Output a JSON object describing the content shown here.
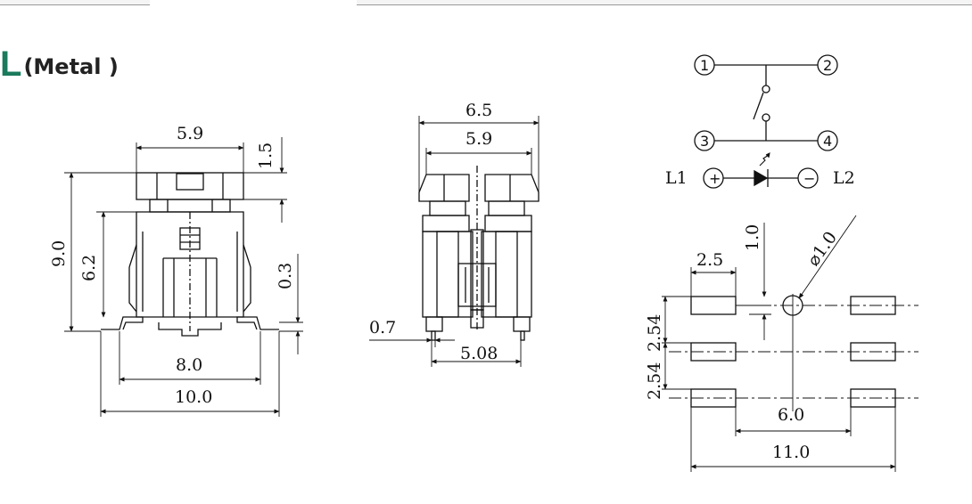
{
  "header": {
    "badge": "L",
    "title": "(Metal )"
  },
  "colors": {
    "accent": "#1a7a5c",
    "line": "#111111"
  },
  "front_view": {
    "dims": {
      "top_width": "5.9",
      "cap_height": "1.5",
      "total_height": "9.0",
      "body_height": "6.2",
      "lead_height": "0.3",
      "lead_span": "8.0",
      "total_width": "10.0"
    }
  },
  "side_view": {
    "dims": {
      "outer_width": "6.5",
      "inner_width": "5.9",
      "lead_thickness": "0.7",
      "pin_pitch": "5.08"
    }
  },
  "schematic": {
    "pins": [
      "1",
      "2",
      "3",
      "4"
    ],
    "led_left": "L1",
    "led_right": "L2",
    "plus_symbol": "+",
    "minus_symbol": "−"
  },
  "footprint": {
    "dims": {
      "pad_length": "2.5",
      "offset": "1.0",
      "hole": "⌀1.0",
      "pitch_top": "2.54",
      "pitch_bottom": "2.54",
      "row_gap": "6.0",
      "overall": "11.0"
    }
  }
}
